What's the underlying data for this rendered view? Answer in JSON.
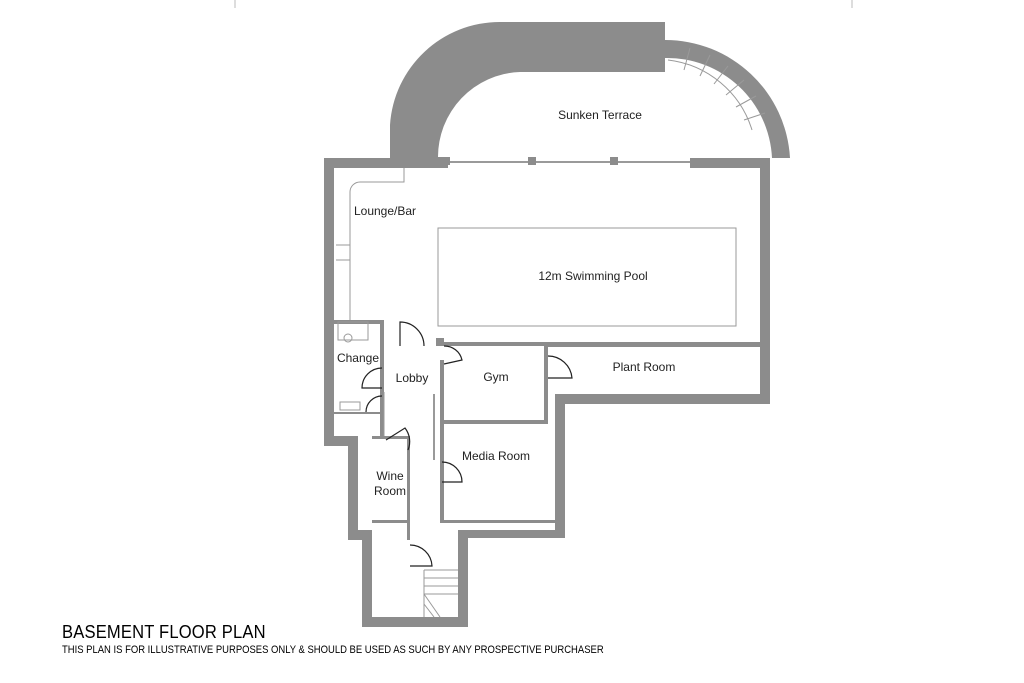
{
  "plan": {
    "title": "BASEMENT FLOOR PLAN",
    "disclaimer": "THIS PLAN IS FOR ILLUSTRATIVE PURPOSES ONLY & SHOULD BE USED AS SUCH BY ANY PROSPECTIVE PURCHASER",
    "rooms": {
      "sunken_terrace": "Sunken Terrace",
      "lounge_bar": "Lounge/Bar",
      "pool": "12m Swimming Pool",
      "change": "Change",
      "lobby": "Lobby",
      "gym": "Gym",
      "plant_room": "Plant Room",
      "media_room": "Media Room",
      "wine_room_line1": "Wine",
      "wine_room_line2": "Room"
    },
    "colors": {
      "wall": "#8c8c8c",
      "line": "#9a9a9a",
      "text": "#222222"
    }
  }
}
